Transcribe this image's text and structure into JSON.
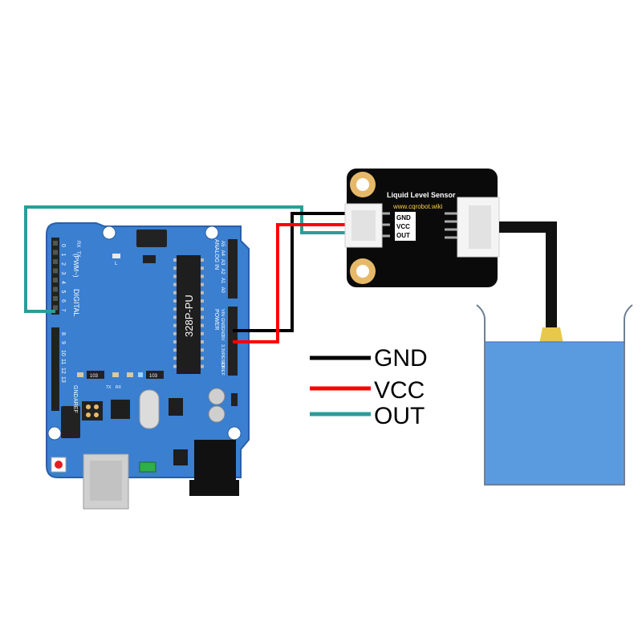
{
  "arduino": {
    "chip_label": "328P-PU",
    "digital_label": "DIGITAL",
    "pwm_label": "(PWM~)",
    "analog_label": "ANALOG IN",
    "power_label": "POWER",
    "rx_label": "RX",
    "tx_label": "TX",
    "aref_label": "AREF",
    "gnd_label": "GND",
    "l_label": "L",
    "pins_top": [
      "0",
      "1",
      "2",
      "3",
      "4",
      "5",
      "6",
      "7"
    ],
    "pins_bottom": [
      "8",
      "9",
      "10",
      "11",
      "12",
      "13"
    ],
    "analog_pins": [
      "A5",
      "A4",
      "A3",
      "A2",
      "A1",
      "A0"
    ],
    "power_pins": [
      "VIN",
      "GND",
      "GND",
      "5V",
      "3.3V",
      "RESET",
      "IOREF"
    ],
    "resistor_labels": [
      "103",
      "103"
    ],
    "small_labels": [
      "TX",
      "RX"
    ]
  },
  "sensor": {
    "title": "Liquid Level Sensor",
    "url": "www.cqrobot.wiki",
    "pin_labels": [
      "GND",
      "VCC",
      "OUT"
    ]
  },
  "legend": {
    "items": [
      {
        "label": "GND",
        "color": "#000000"
      },
      {
        "label": "VCC",
        "color": "#ff0000"
      },
      {
        "label": "OUT",
        "color": "#2a9d9a"
      }
    ]
  },
  "colors": {
    "board_blue": "#3a7fd0",
    "board_edge": "#2a5fa8",
    "water": "#5a9be0",
    "wire_gnd": "#000000",
    "wire_vcc": "#ff0000",
    "wire_out": "#2a9d9a",
    "pad_gold": "#e6b96a"
  }
}
